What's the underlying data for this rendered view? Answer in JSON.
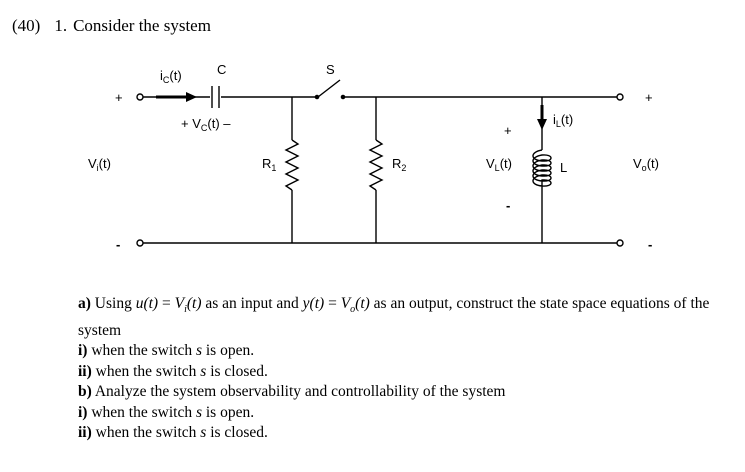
{
  "header": {
    "points": "(40)",
    "number": "1.",
    "title": "Consider the system"
  },
  "circuit": {
    "labels": {
      "ic": "i",
      "ic_sub": "C",
      "cap": "C",
      "vc": "+ V",
      "vc_sub": "C",
      "vc_tail": "(t) –",
      "switch": "S",
      "r1": "R",
      "r1_sub": "1",
      "r2": "R",
      "r2_sub": "2",
      "vl": "V",
      "vl_sub": "L",
      "vl_tail": "(t)",
      "il": "i",
      "il_sub": "L",
      "il_tail": "(t)",
      "ind": "L",
      "vi": "V",
      "vi_sub": "i",
      "vi_tail": "(t)",
      "vo": "V",
      "vo_sub": "o",
      "vo_tail": "(t)",
      "ic_tail": "(t)",
      "plus": "+",
      "minus": "-"
    }
  },
  "questions": {
    "a_label": "a)",
    "a_text1": "Using ",
    "a_u": "u(t)",
    "a_eq1": " = ",
    "a_vi": "V",
    "a_vi_sub": "i",
    "a_vi_t": "(t)",
    "a_text2": " as an input and ",
    "a_y": "y(t)",
    "a_eq2": " = ",
    "a_vo": "V",
    "a_vo_sub": "o",
    "a_vo_t": "(t)",
    "a_text3": " as an output, construct the state space equations of the system",
    "i_label": "i)",
    "ii_label": "ii)",
    "open_text1": "when the switch ",
    "switch_var": "s",
    "open_text2": " is open.",
    "closed_text2": " is closed.",
    "b_label": "b)",
    "b_text": "Analyze the system observability and controllability of the system"
  }
}
